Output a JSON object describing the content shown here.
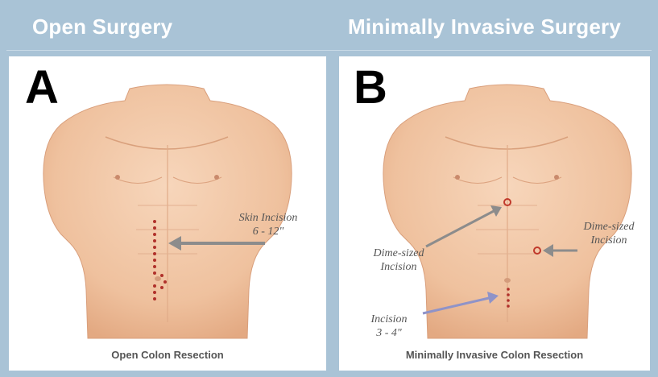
{
  "header": {
    "left_title": "Open Surgery",
    "right_title": "Minimally Invasive Surgery"
  },
  "panel_a": {
    "letter": "A",
    "caption": "Open Colon Resection",
    "incision_label_line1": "Skin Incision",
    "incision_label_line2": "6 - 12\""
  },
  "panel_b": {
    "letter": "B",
    "caption": "Minimally Invasive Colon Resection",
    "left_label_line1": "Dime-sized",
    "left_label_line2": "Incision",
    "right_label_line1": "Dime-sized",
    "right_label_line2": "Incision",
    "bottom_label_line1": "Incision",
    "bottom_label_line2": "3 - 4\""
  },
  "colors": {
    "background": "#a9c3d6",
    "skin": "#f3c9a8",
    "incision": "#b0302a",
    "arrow_gray": "#8c8c8c",
    "arrow_blue": "#8f93c8"
  }
}
